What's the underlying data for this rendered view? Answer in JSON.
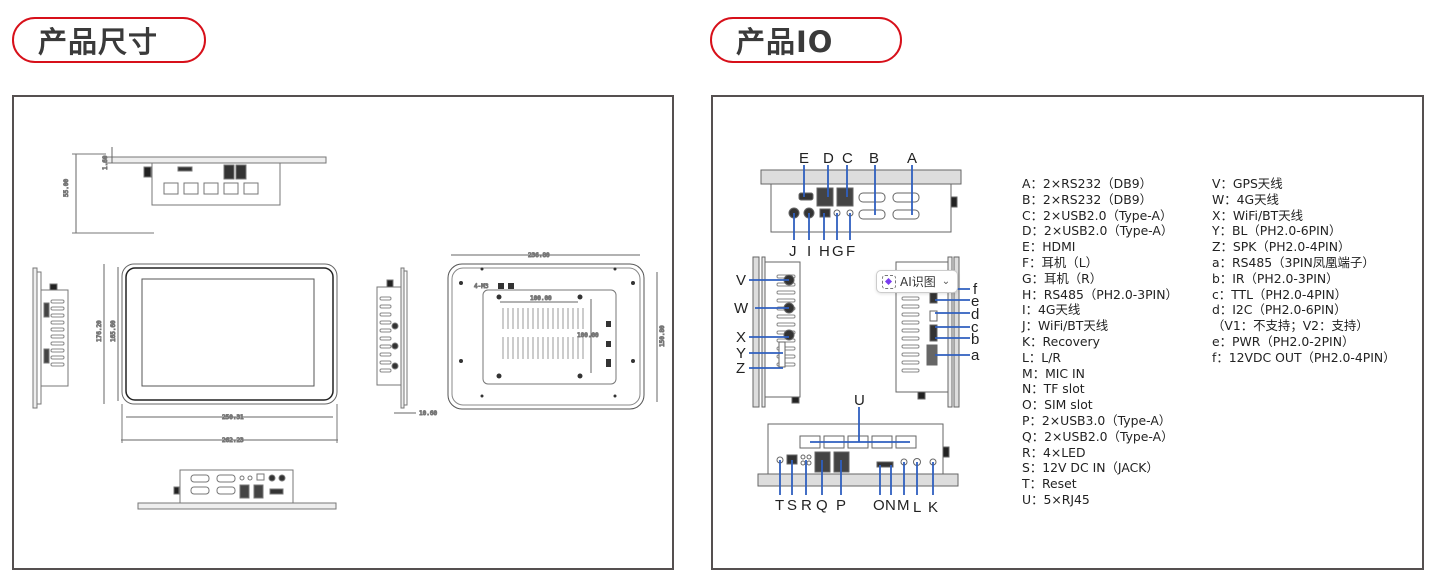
{
  "sections": {
    "size_title": "产品尺寸",
    "io_title": "产品IO"
  },
  "dimensions": {
    "side_depth": "55.00",
    "side_small": "1.60",
    "front_height_outer": "176.20",
    "front_height_inner": "165.60",
    "front_width_inner": "250.31",
    "front_width_outer": "262.23",
    "back_width": "236.80",
    "back_height": "150.80",
    "vesa_h": "100.00",
    "vesa_v": "100.00",
    "screw_note": "4-M3",
    "bezel_depth": "10.60"
  },
  "io_callouts": {
    "top": [
      "E",
      "D",
      "C",
      "B",
      "A"
    ],
    "top_bottom": [
      "J",
      "I",
      "H",
      "G",
      "F"
    ],
    "left": [
      "V",
      "W",
      "X",
      "Y",
      "Z"
    ],
    "right": [
      "f",
      "e",
      "d",
      "c",
      "b",
      "a"
    ],
    "bottom_top": "U",
    "bottom": [
      "T",
      "S",
      "R",
      "Q",
      "P",
      "O",
      "N",
      "M",
      "L",
      "K"
    ]
  },
  "legend_col1": [
    "A：2×RS232（DB9）",
    "B：2×RS232（DB9）",
    "C：2×USB2.0（Type-A）",
    "D：2×USB2.0（Type-A）",
    "E：HDMI",
    "F：耳机（L）",
    "G：耳机（R）",
    "H：RS485（PH2.0-3PIN）",
    "I：4G天线",
    "J：WiFi/BT天线",
    "K：Recovery",
    "L：L/R",
    "M：MIC IN",
    "N：TF slot",
    "O：SIM slot",
    "P：2×USB3.0（Type-A）",
    "Q：2×USB2.0（Type-A）",
    "R：4×LED",
    "S：12V DC IN（JACK）",
    "T：Reset",
    "U：5×RJ45"
  ],
  "legend_col2": [
    "V：GPS天线",
    "W：4G天线",
    "X：WiFi/BT天线",
    "Y：BL（PH2.0-6PIN）",
    "Z：SPK（PH2.0-4PIN）",
    "a：RS485（3PIN凤凰端子）",
    "b：IR（PH2.0-3PIN）",
    "c：TTL（PH2.0-4PIN）",
    "d：I2C（PH2.0-6PIN）",
    "（V1：不支持；V2：支持）",
    "e：PWR（PH2.0-2PIN）",
    "f：12VDC OUT（PH2.0-4PIN）"
  ],
  "ai_chip": {
    "label": "AI识图",
    "icon": "ai-scan-icon"
  },
  "colors": {
    "accent": "#d7101a",
    "callout": "#2f5fbf",
    "frame": "#555050"
  }
}
